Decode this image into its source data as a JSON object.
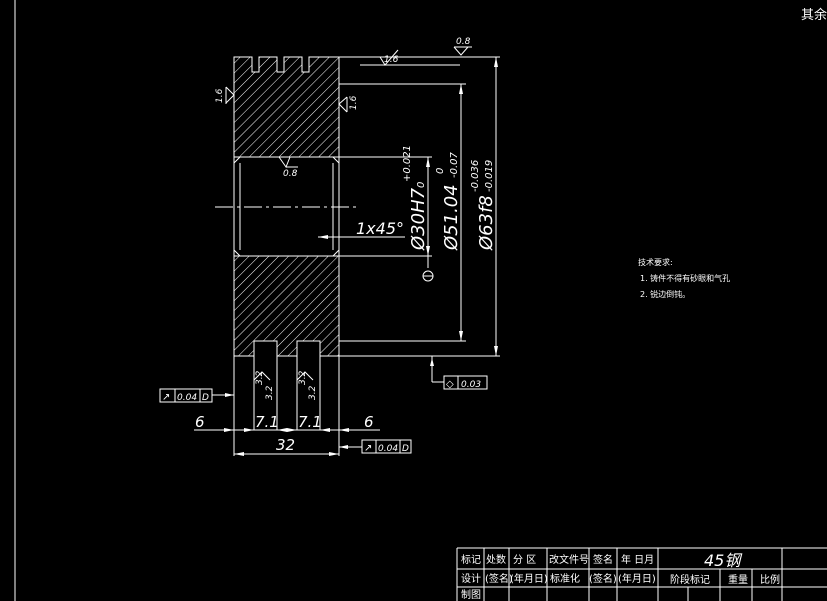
{
  "corner_note": "其余",
  "roughness": {
    "top_face": "1.6",
    "right_face": "0.8",
    "left_face": "1.6",
    "inner_right": "1.6",
    "bore": "0.8",
    "groove1_a": "3.2",
    "groove1_b": "3.2",
    "groove2_a": "3.2",
    "groove2_b": "3.2"
  },
  "dimensions": {
    "chamfer": "1x45°",
    "bore": "Ø30H7",
    "bore_tol_upper": "+0.021",
    "bore_tol_lower": "0",
    "mid_dia": "Ø51.04",
    "mid_tol_upper": "0",
    "mid_tol_lower": "-0.07",
    "outer_dia": "Ø63f8",
    "outer_tol_upper": "-0.036",
    "outer_tol_lower": "-0.019",
    "left_offset": "6",
    "groove1_w": "7.1",
    "groove2_w": "7.1",
    "right_offset": "6",
    "total_width": "32"
  },
  "gdt": {
    "runout_left": {
      "symbol": "↗",
      "value": "0.04",
      "datum": "D"
    },
    "cylindricity": {
      "symbol": "◇",
      "value": "0.03"
    },
    "runout_right": {
      "symbol": "↗",
      "value": "0.04",
      "datum": "D"
    },
    "datum_label": "D"
  },
  "tech_requirements": {
    "title": "技术要求:",
    "items": [
      "1. 铸件不得有砂眼和气孔",
      "2. 锐边倒钝。"
    ]
  },
  "title_block": {
    "row1": [
      "标记",
      "处数",
      "分 区",
      "改文件号",
      "签名",
      "年 日月"
    ],
    "row2": [
      "设计",
      "(签名)",
      "(年月日)",
      "标准化",
      "(签名)",
      "(年月日)"
    ],
    "row3": [
      "制图"
    ],
    "material": "45钢",
    "stage_label": "阶段标记",
    "weight_label": "重量",
    "scale_label": "比例"
  }
}
